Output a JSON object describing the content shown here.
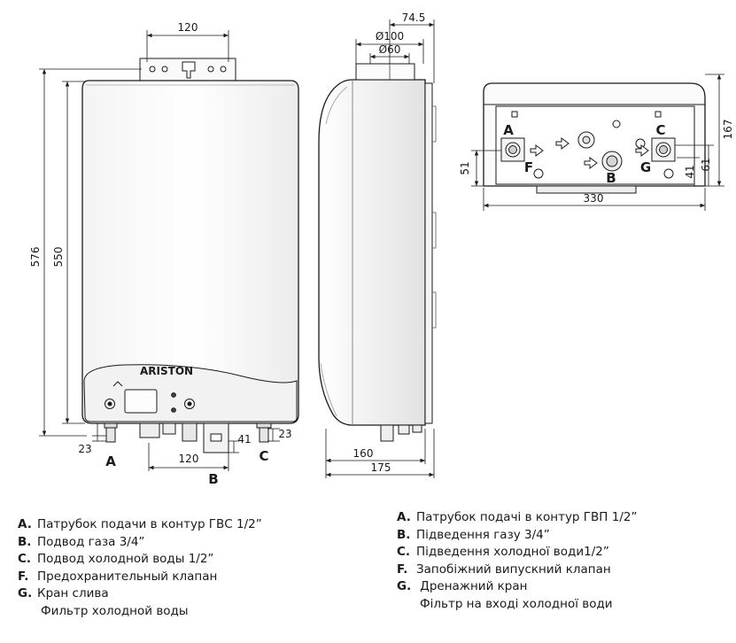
{
  "front_view": {
    "dims": {
      "top_width": "120",
      "total_height": "576",
      "body_height": "550",
      "left_offset": "23",
      "bottom_width": "120",
      "right_offset": "41",
      "right_bottom": "23"
    },
    "brand": "ARISTON",
    "labels": {
      "a": "A",
      "b": "B",
      "c": "C"
    }
  },
  "side_view": {
    "dims": {
      "offset": "74.5",
      "diameter_outer": "Ø100",
      "diameter_inner": "Ø60",
      "depth": "160",
      "total_depth": "175"
    }
  },
  "bottom_view": {
    "dims": {
      "width": "330",
      "height": "167",
      "left_height": "51",
      "right_41": "41",
      "right_61": "61"
    },
    "labels": {
      "a": "A",
      "b": "B",
      "c": "C",
      "f": "F",
      "g": "G"
    }
  },
  "legend_ru": [
    {
      "key": "A.",
      "text": "Патрубок подачи в контур ГВС 1/2”"
    },
    {
      "key": "B.",
      "text": "Подвод газа 3/4”"
    },
    {
      "key": "C.",
      "text": "Подвод холодной воды 1/2”"
    },
    {
      "key": "F.",
      "text": "Предохранительный клапан"
    },
    {
      "key": "G.",
      "text": "Кран слива"
    },
    {
      "key": "",
      "text": "Фильтр холодной воды"
    }
  ],
  "legend_ua": [
    {
      "key": "A.",
      "text": "Патрубок подачі в контур ГВП 1/2”"
    },
    {
      "key": "B.",
      "text": "Підведення газу 3/4”"
    },
    {
      "key": "C.",
      "text": "Підведення холодної води1/2”"
    },
    {
      "key": "F.",
      "text": "Запобіжний випускний клапан"
    },
    {
      "key": "G.",
      "text": " Дренажний кран"
    },
    {
      "key": "",
      "text": "Фільтр на вході холодної води"
    }
  ]
}
